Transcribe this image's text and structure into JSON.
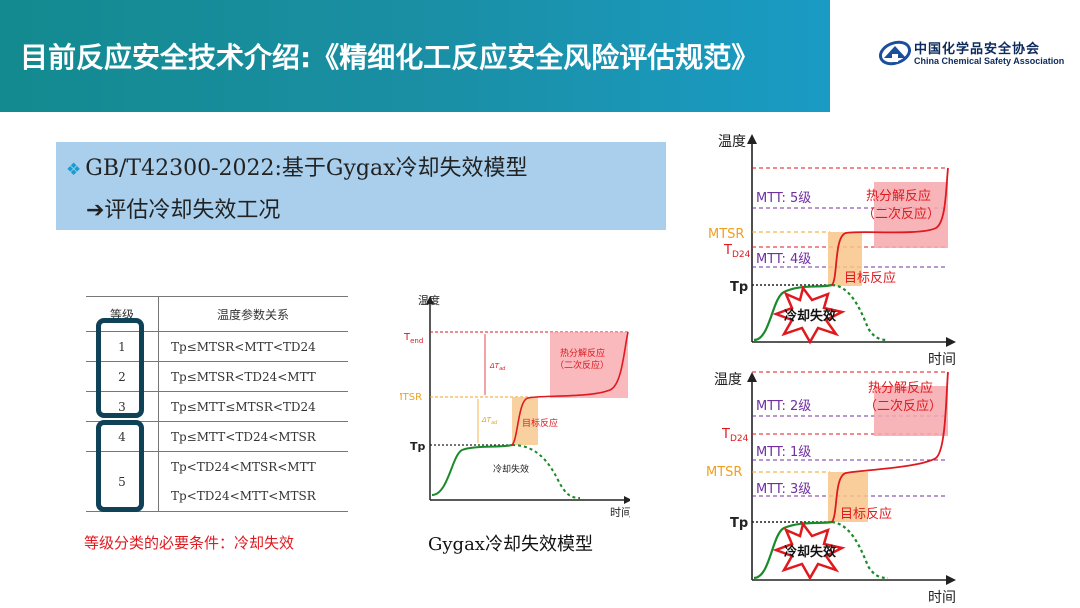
{
  "header": {
    "title": "目前反应安全技术介绍:《精细化工反应安全风险评估规范》",
    "logo_cn": "中国化学品安全协会",
    "logo_en": "China Chemical Safety Association"
  },
  "callout": {
    "bullet": "❖",
    "line1": "GB/T42300-2022:基于Gygax冷却失效模型",
    "line2": "➔评估冷却失效工况"
  },
  "table": {
    "headers": [
      "等级",
      "温度参数关系"
    ],
    "rows": [
      {
        "level": "1",
        "relation": "Tp≤MTSR<MTT<TD24"
      },
      {
        "level": "2",
        "relation": "Tp≤MTSR<TD24<MTT"
      },
      {
        "level": "3",
        "relation": "Tp≤MTT≤MTSR<TD24"
      },
      {
        "level": "4",
        "relation": "Tp≤MTT<TD24<MTSR"
      },
      {
        "level": "5",
        "relation": "Tp<TD24<MTSR<MTT"
      },
      {
        "level": "",
        "relation": "Tp<TD24<MTT<MTSR"
      }
    ],
    "condition": "等级分类的必要条件：冷却失效"
  },
  "gygax": {
    "ylabel": "温度",
    "xlabel": "时间",
    "tend": "T",
    "tend_sub": "end",
    "mtsr": "MTSR",
    "tp": "Tp",
    "dtad": "ΔT",
    "dtad_sub": "ad",
    "decomp": "热分解反应",
    "decomp2": "（二次反应）",
    "target": "目标反应",
    "fail": "冷却失效",
    "caption": "Gygax冷却失效模型"
  },
  "top_right": {
    "ylabel": "温度",
    "xlabel": "时间",
    "mtt5": "MTT: 5级",
    "mtsr": "MTSR",
    "td24": "T",
    "td24_sub": "D24",
    "mtt4": "MTT: 4级",
    "tp": "Tp",
    "decomp": "热分解反应",
    "decomp2": "（二次反应）",
    "target": "目标反应",
    "fail": "冷却失效"
  },
  "bottom_right": {
    "ylabel": "温度",
    "xlabel": "时间",
    "mtt2": "MTT: 2级",
    "td24": "T",
    "td24_sub": "D24",
    "mtt1": "MTT: 1级",
    "mtsr": "MTSR",
    "mtt3": "MTT: 3级",
    "tp": "Tp",
    "decomp": "热分解反应",
    "decomp2": "（二次反应）",
    "target": "目标反应",
    "fail": "冷却失效"
  },
  "colors": {
    "red": "#e0191f",
    "orange": "#f0a020",
    "purple": "#7030a0",
    "green": "#1a8a2a",
    "dark": "#0f4157"
  }
}
